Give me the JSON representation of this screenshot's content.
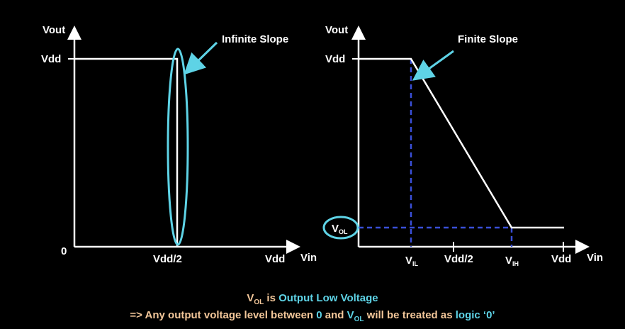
{
  "left_graph": {
    "y_axis_label": "Vout",
    "x_axis_label": "Vin",
    "y_tick_vdd": "Vdd",
    "origin_label": "0",
    "x_tick_half": "Vdd/2",
    "x_tick_vdd": "Vdd",
    "annotation": "Infinite Slope"
  },
  "right_graph": {
    "y_axis_label": "Vout",
    "x_axis_label": "Vin",
    "y_tick_vdd": "Vdd",
    "vol_label_main": "V",
    "vol_label_sub": "OL",
    "x_tick_vil_main": "V",
    "x_tick_vil_sub": "IL",
    "x_tick_half": "Vdd/2",
    "x_tick_vih_main": "V",
    "x_tick_vih_sub": "IH",
    "x_tick_vdd": "Vdd",
    "annotation": "Finite Slope"
  },
  "caption": {
    "line1_v": "V",
    "line1_sub": "OL",
    "line1_is": " is ",
    "line1_term": "Output Low Voltage",
    "line2_prefix": "=> Any output voltage level between ",
    "line2_zero": "0",
    "line2_and": " and ",
    "line2_v": "V",
    "line2_sub": "OL",
    "line2_mid": " will be treated as ",
    "line2_logic": "logic ‘0’"
  },
  "colors": {
    "background": "#000000",
    "curve": "#ffffff",
    "highlight": "#5ed3e6",
    "dashed": "#3a4fd8",
    "caption_text": "#f3c79a"
  }
}
